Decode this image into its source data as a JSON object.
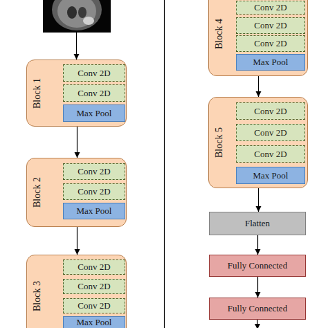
{
  "diagram": {
    "nodes": [
      {
        "text": [
          "Block 1"
        ]
      },
      {
        "text": [
          "Conv 2D"
        ],
        "in": 0
      },
      {
        "text": [
          "Conv 2D"
        ],
        "in": 0
      },
      {
        "text": [
          "Max Pool"
        ],
        "in": 0
      },
      {
        "text": [
          "Block 2"
        ]
      },
      {
        "text": [
          "Conv 2D"
        ],
        "in": 4
      },
      {
        "text": [
          "Conv 2D"
        ],
        "in": 4
      },
      {
        "text": [
          "Max Pool"
        ],
        "in": 4
      },
      {
        "text": [
          "Block 3"
        ]
      },
      {
        "text": [
          "Conv 2D"
        ],
        "in": 8
      },
      {
        "text": [
          "Conv 2D"
        ],
        "in": 8
      },
      {
        "text": [
          "Conv 2D"
        ],
        "in": 8
      },
      {
        "text": [
          "Max Pool"
        ],
        "in": 8
      },
      {
        "text": [
          "Block 4"
        ]
      },
      {
        "text": [
          "Conv 2D"
        ],
        "in": 13
      },
      {
        "text": [
          "Conv 2D"
        ],
        "in": 13
      },
      {
        "text": [
          "Conv 2D"
        ],
        "in": 13
      },
      {
        "text": [
          "Max Pool"
        ],
        "in": 13
      },
      {
        "text": [
          "Block 5"
        ]
      },
      {
        "text": [
          "Conv 2D"
        ],
        "in": 18
      },
      {
        "text": [
          "Conv 2D"
        ],
        "in": 18
      },
      {
        "text": [
          "Conv 2D"
        ],
        "in": 18
      },
      {
        "text": [
          "Max Pool"
        ],
        "in": 18
      },
      {
        "text": [
          "Flatten"
        ]
      },
      {
        "text": [
          "Fully Connected"
        ]
      },
      {
        "text": [
          "Fully Connected"
        ]
      }
    ],
    "edges": [
      {
        "from": 0,
        "to": 4,
        "arrow": "to"
      },
      {
        "from": 4,
        "to": 8,
        "arrow": "to"
      },
      {
        "from": 13,
        "to": 18,
        "arrow": "to"
      },
      {
        "from": 18,
        "to": 23,
        "arrow": "to"
      },
      {
        "from": 23,
        "to": 24,
        "arrow": "to"
      },
      {
        "from": 24,
        "to": 25,
        "arrow": "to"
      }
    ]
  }
}
